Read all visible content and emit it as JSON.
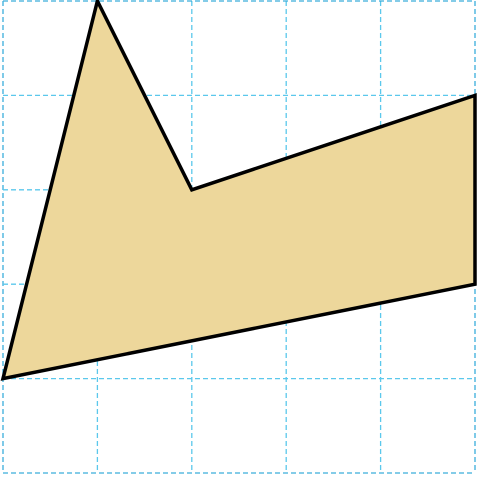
{
  "grid": {
    "columns": 5,
    "rows": 5,
    "line_color": "#5bc8ec",
    "border_color": "#3aaedb"
  },
  "shape": {
    "fill_color": "#edd79b",
    "stroke_color": "#000000",
    "vertices": [
      [
        0,
        1
      ],
      [
        1,
        5
      ],
      [
        2,
        3
      ],
      [
        5,
        4
      ],
      [
        5,
        2
      ]
    ]
  }
}
